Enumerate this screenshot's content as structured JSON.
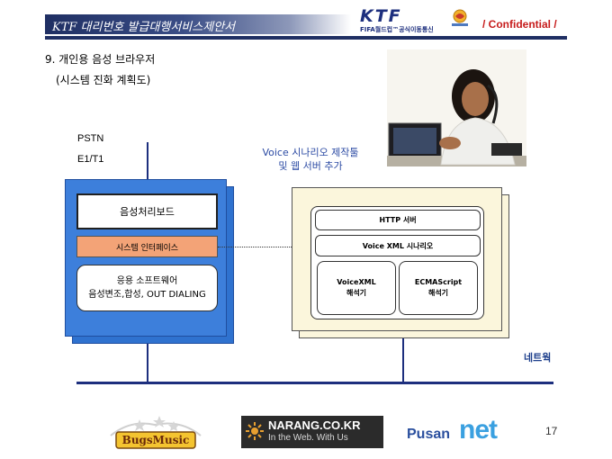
{
  "header": {
    "title": "KTF 대리번호 발급대행서비스제안서",
    "logo_text": "KTF",
    "logo_subtitle": "FIFA월드컵™공식이동통신",
    "confidential": "/ Confidential /"
  },
  "section": {
    "title": "9. 개인용 음성 브라우저",
    "subtitle": "(시스템 진화 계획도)"
  },
  "diagram": {
    "pstn": "PSTN",
    "e1t1": "E1/T1",
    "voice_note": [
      "Voice 시나리오 제작툴",
      "및 웹 서버 추가"
    ],
    "left_system": {
      "board": "음성처리보드",
      "interface": "시스템 인터페이스",
      "app_lines": [
        "응용 소프트웨어",
        "음성변조,합성, OUT DIALING"
      ]
    },
    "right_system": {
      "http": "HTTP 서버",
      "vxml": "Voice XML 시나리오",
      "interp_a": [
        "VoiceXML",
        "해석기"
      ],
      "interp_b": [
        "ECMAScript",
        "해석기"
      ]
    },
    "network_label": "네트웍"
  },
  "footer": {
    "bugs_logo": "BugsMusic",
    "narang_title": "NARANG.CO.KR",
    "narang_sub": "In the Web. With Us",
    "pusan_word": "Pusan",
    "pusan_net": "net",
    "page_number": "17"
  },
  "colors": {
    "navy": "#1f2f63",
    "system_blue": "#3d7fdb",
    "interface_orange": "#f3a377",
    "server_cream": "#fbf6dc",
    "confidential_red": "#c61b1b"
  }
}
